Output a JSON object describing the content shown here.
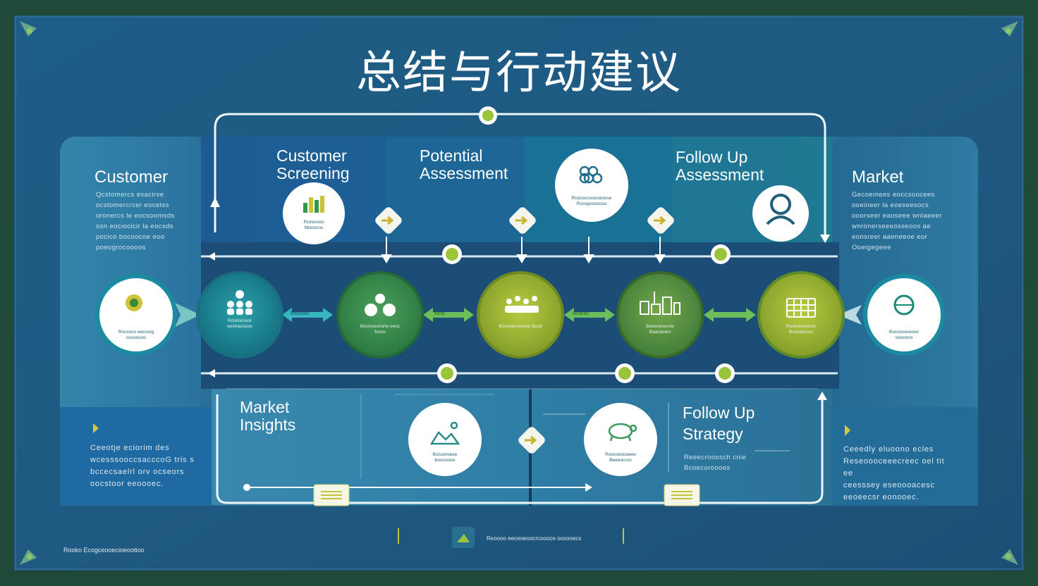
{
  "title": "总结与行动建议",
  "panels": {
    "customer": {
      "title": "Customer",
      "lines": [
        "Qcstomercs esacirse",
        "ocstomercrcer eocetss",
        "oronercs le eocsoomsds",
        "son eociocicir la eocsds",
        "pocico bocoocoe eoo",
        "poeogrocoooos"
      ]
    },
    "market": {
      "title": "Market",
      "lines": [
        "Gecoemees eoccsoocees",
        "ooeineer la eoeseesocs",
        "ooorseer eaoseee wnlaeeer",
        "wnronerseeeosseoos ae",
        "eonsreer aaeneeoe eor",
        "Ooeigegeee"
      ]
    },
    "customer_screening": {
      "title": "Customer Screening"
    },
    "potential_assessment": {
      "title": "Potential Assessment"
    },
    "follow_up_assessment": {
      "title": "Follow Up Assessment"
    },
    "market_insights": {
      "title": "Market Insights"
    },
    "follow_up_strategy": {
      "title": "Follow Up Strategy",
      "lines": [
        "Reeecrooosch cnie",
        "Bcoecoroooes"
      ]
    },
    "left_notes": {
      "lines": [
        "Ceeotje eciorim des",
        "wcesssooccsacccoG tris s",
        "bccecsaelrl orv ocseors",
        "oocstoor eeoooec."
      ]
    },
    "right_notes": {
      "lines": [
        "Ceeedly eluoono ecles",
        "Reseoooceeecreec oel tit ee",
        "ceesssey eseoooacesc",
        "eeoeecsr eonooec."
      ]
    }
  },
  "nodes": [
    {
      "id": "start",
      "caption": "Rocsoco eeccorg sosoocoo"
    },
    {
      "id": "n1",
      "caption": "Rcioiocosor eeciracoooe"
    },
    {
      "id": "n2",
      "caption": "Becreceororie eeoc fosco"
    },
    {
      "id": "n3",
      "caption": "Bcooseccereoe Bccd"
    },
    {
      "id": "n4",
      "caption": "Boecoeoscrie Baacecerc"
    },
    {
      "id": "n5",
      "caption": "Rooeoseooroc Bceeeerocs"
    },
    {
      "id": "end",
      "caption": "Bocoosesesec sooooco"
    }
  ],
  "white_nodes": [
    {
      "id": "screening-icon-node",
      "caption": "Rcirecoos Mooocos"
    },
    {
      "id": "potential-icon-node",
      "caption": "Rcoosccoooceoose Roosprooocoo"
    },
    {
      "id": "followup-icon-node",
      "caption": ""
    },
    {
      "id": "insights-icon-node",
      "caption": "Bocceroeee boocoooo"
    },
    {
      "id": "strategy-icon-node",
      "caption": "Roocoooceeee Beeeorcoo"
    }
  ],
  "connector_labels": [
    "Rsccsoc",
    "Rcsc",
    "Rcscoc"
  ],
  "footer": {
    "left": "Rooko Ecogceooecioeootioo",
    "middle": "Reoooo eeceoeoocrcoooce oosooecs"
  },
  "colors": {
    "background": "#1f4a3a",
    "panel": "#24618a",
    "teal": "#1f8a9a",
    "green": "#3f8a4a",
    "lime": "#9aba3a",
    "accent": "#c9c934"
  }
}
